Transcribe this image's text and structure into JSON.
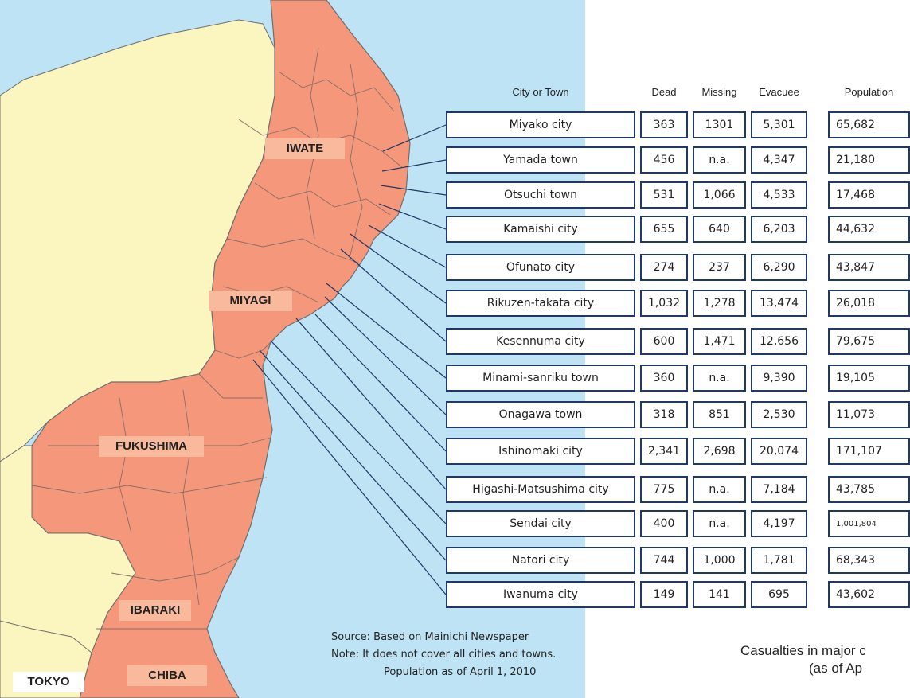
{
  "map": {
    "colors": {
      "sea": "#bde3f5",
      "land": "#fbf5c0",
      "affected": "#f4977a",
      "border": "#6e6e6e",
      "leader": "#1f3864"
    },
    "regions": {
      "iwate": "IWATE",
      "miyagi": "MIYAGI",
      "fukushima": "FUKUSHIMA",
      "ibaraki": "IBARAKI",
      "chiba": "CHIBA",
      "tokyo": "TOKYO"
    }
  },
  "table": {
    "headers": {
      "city": "City or Town",
      "dead": "Dead",
      "missing": "Missing",
      "evacuee": "Evacuee",
      "population": "Population"
    },
    "rows": [
      {
        "city": "Miyako city",
        "dead": "363",
        "missing": "1301",
        "evacuee": "5,301",
        "population": "65,682"
      },
      {
        "city": "Yamada town",
        "dead": "456",
        "missing": "n.a.",
        "evacuee": "4,347",
        "population": "21,180"
      },
      {
        "city": "Otsuchi town",
        "dead": "531",
        "missing": "1,066",
        "evacuee": "4,533",
        "population": "17,468"
      },
      {
        "city": "Kamaishi city",
        "dead": "655",
        "missing": "640",
        "evacuee": "6,203",
        "population": "44,632"
      },
      {
        "city": "Ofunato city",
        "dead": "274",
        "missing": "237",
        "evacuee": "6,290",
        "population": "43,847"
      },
      {
        "city": "Rikuzen-takata city",
        "dead": "1,032",
        "missing": "1,278",
        "evacuee": "13,474",
        "population": "26,018"
      },
      {
        "city": "Kesennuma city",
        "dead": "600",
        "missing": "1,471",
        "evacuee": "12,656",
        "population": "79,675"
      },
      {
        "city": "Minami-sanriku town",
        "dead": "360",
        "missing": "n.a.",
        "evacuee": "9,390",
        "population": "19,105"
      },
      {
        "city": "Onagawa town",
        "dead": "318",
        "missing": "851",
        "evacuee": "2,530",
        "population": "11,073"
      },
      {
        "city": "Ishinomaki city",
        "dead": "2,341",
        "missing": "2,698",
        "evacuee": "20,074",
        "population": "171,107"
      },
      {
        "city": "Higashi-Matsushima city",
        "dead": "775",
        "missing": "n.a.",
        "evacuee": "7,184",
        "population": "43,785"
      },
      {
        "city": "Sendai city",
        "dead": "400",
        "missing": "n.a.",
        "evacuee": "4,197",
        "population": "1,001,804"
      },
      {
        "city": "Natori city",
        "dead": "744",
        "missing": "1,000",
        "evacuee": "1,781",
        "population": "68,343"
      },
      {
        "city": "Iwanuma city",
        "dead": "149",
        "missing": "141",
        "evacuee": "695",
        "population": "43,602"
      }
    ]
  },
  "notes": {
    "source": "Source: Based on Mainichi Newspaper",
    "note1": "Note:  It does not cover all cities and towns.",
    "note2": "Population as of April 1, 2010"
  },
  "caption": {
    "line1": "Casualties in major c",
    "line2": "(as of Ap"
  }
}
